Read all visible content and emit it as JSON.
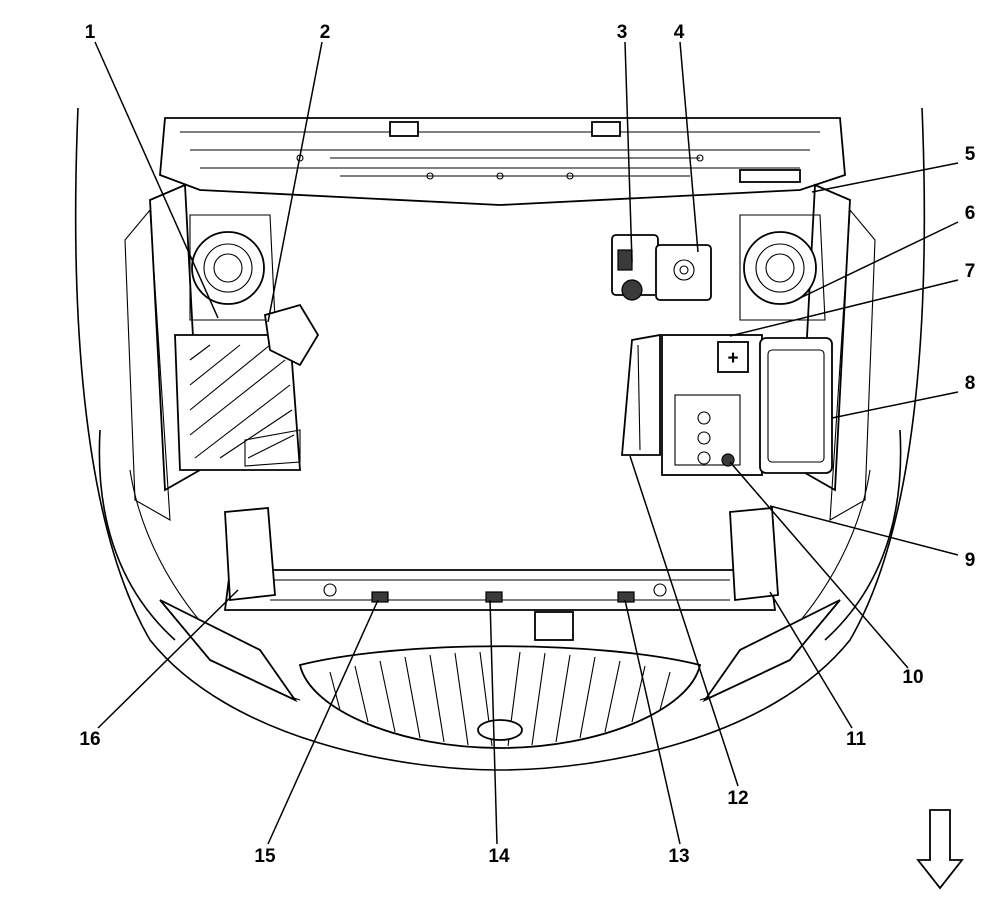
{
  "diagram": {
    "callouts": [
      {
        "id": 1,
        "label": "1"
      },
      {
        "id": 2,
        "label": "2"
      },
      {
        "id": 3,
        "label": "3"
      },
      {
        "id": 4,
        "label": "4"
      },
      {
        "id": 5,
        "label": "5"
      },
      {
        "id": 6,
        "label": "6"
      },
      {
        "id": 7,
        "label": "7"
      },
      {
        "id": 8,
        "label": "8"
      },
      {
        "id": 9,
        "label": "9"
      },
      {
        "id": 10,
        "label": "10"
      },
      {
        "id": 11,
        "label": "11"
      },
      {
        "id": 12,
        "label": "12"
      },
      {
        "id": 13,
        "label": "13"
      },
      {
        "id": 14,
        "label": "14"
      },
      {
        "id": 15,
        "label": "15"
      },
      {
        "id": 16,
        "label": "16"
      }
    ],
    "battery_symbol": "+",
    "direction_indicator": "down-arrow-icon"
  }
}
